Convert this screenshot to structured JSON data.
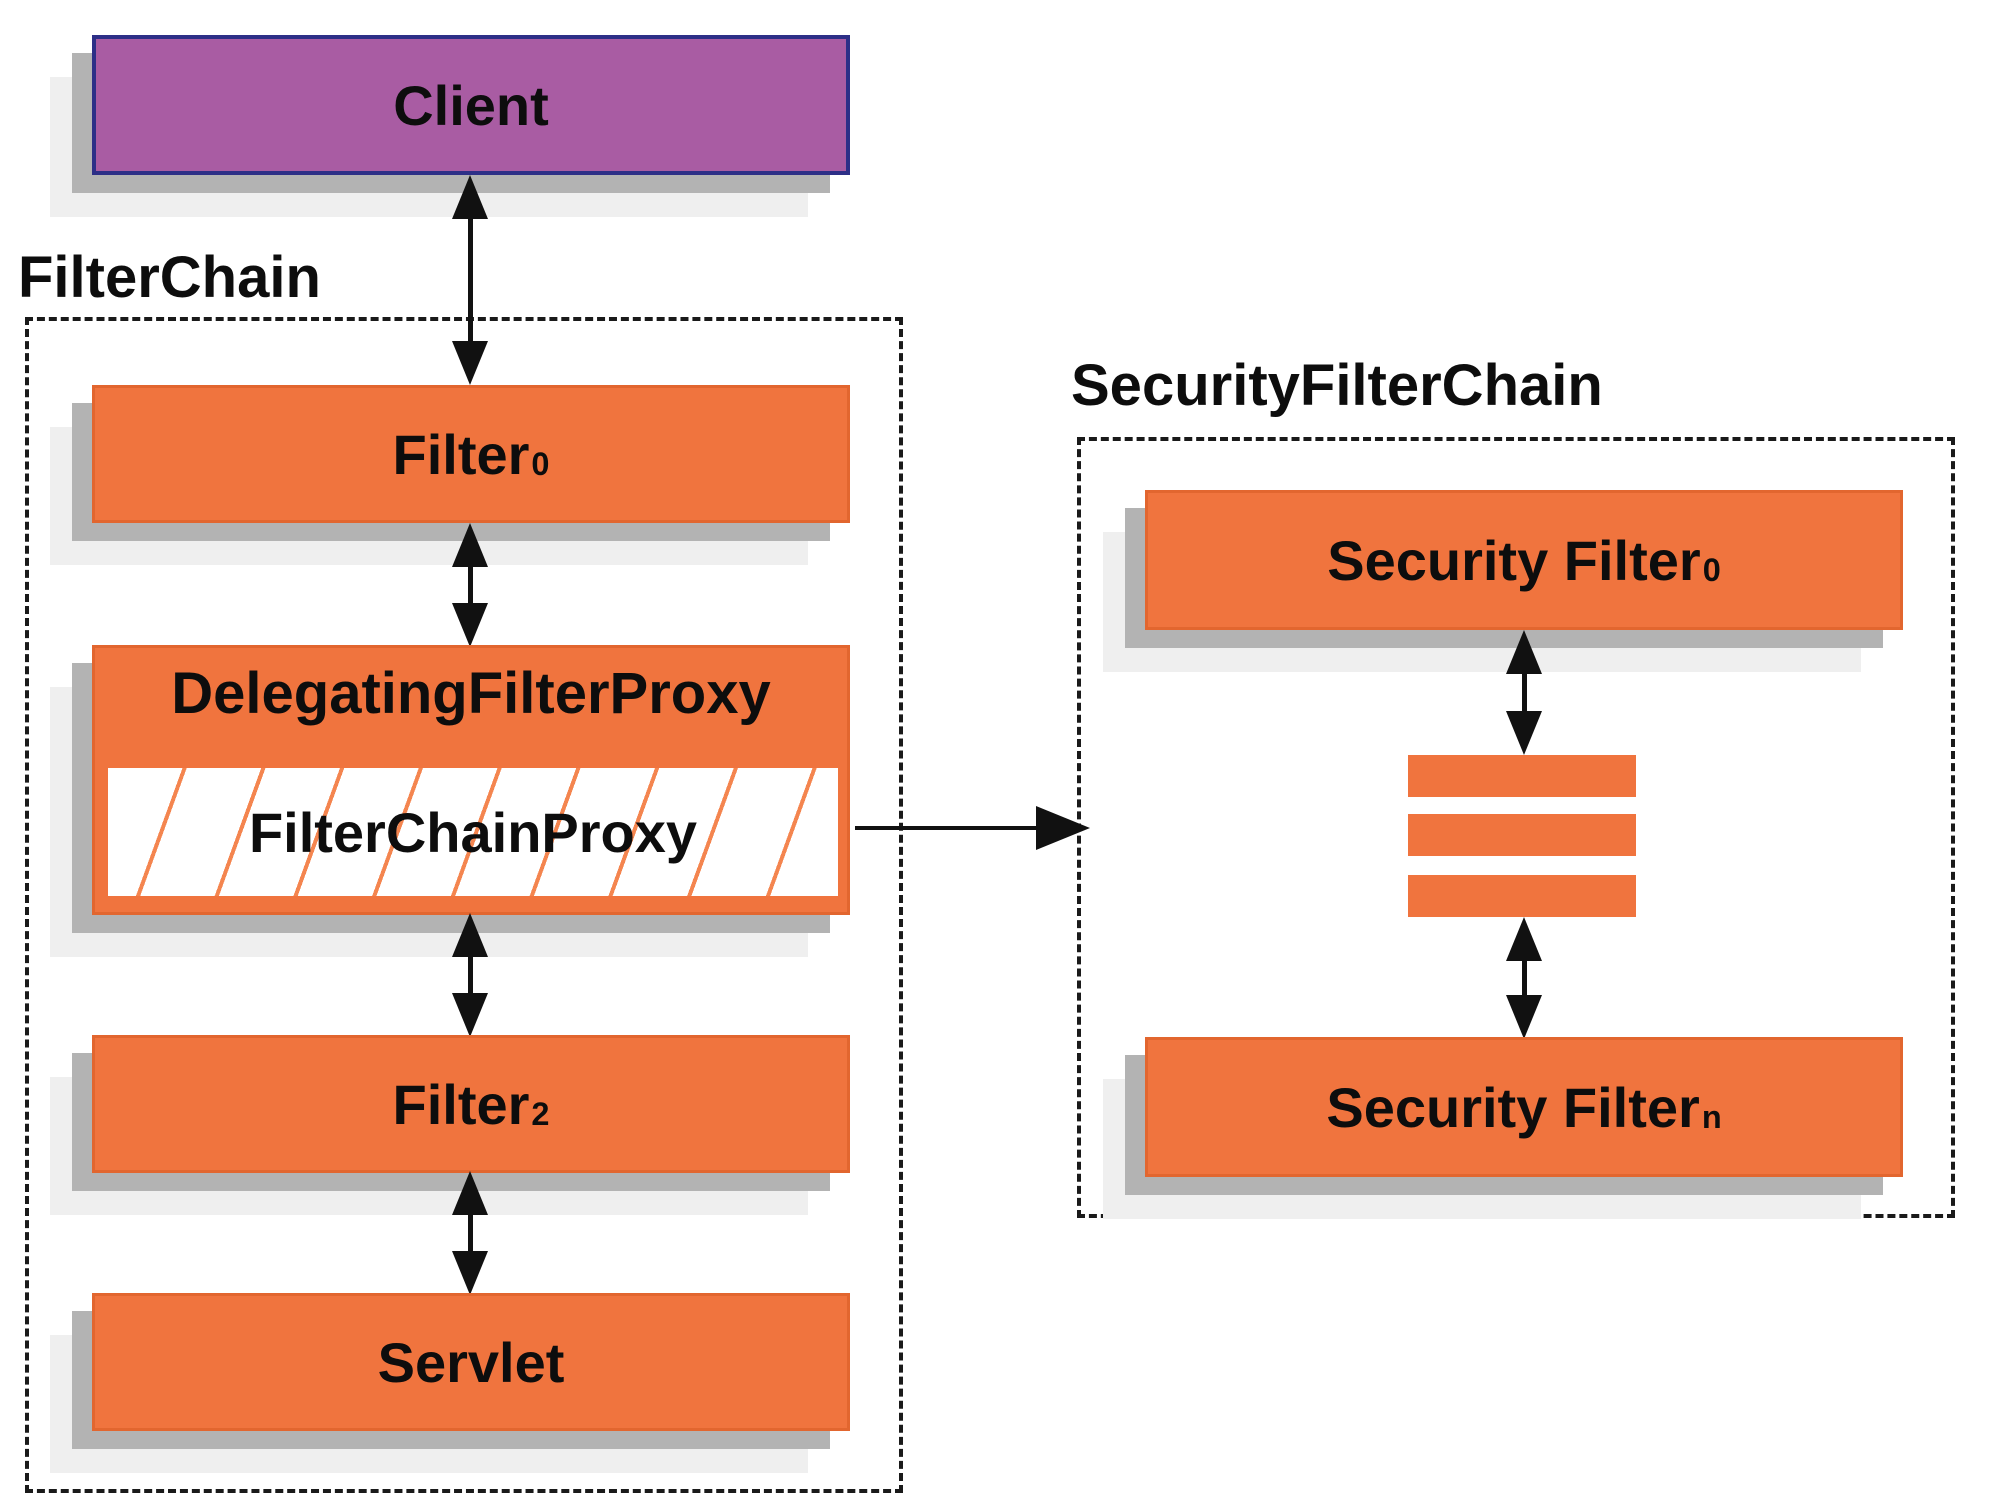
{
  "client": {
    "label": "Client"
  },
  "filter_chain": {
    "title": "FilterChain",
    "filter0": {
      "label": "Filter",
      "subscript": "0"
    },
    "delegating_filter_proxy": {
      "label": "DelegatingFilterProxy"
    },
    "filter_chain_proxy": {
      "label": "FilterChainProxy"
    },
    "filter2": {
      "label": "Filter",
      "subscript": "2"
    },
    "servlet": {
      "label": "Servlet"
    }
  },
  "security_filter_chain": {
    "title": "SecurityFilterChain",
    "security_filter0": {
      "label": "Security Filter",
      "subscript": "0"
    },
    "ellipsis_bar_count": 3,
    "security_filtern": {
      "label": "Security Filter",
      "subscript": "n"
    }
  },
  "colors": {
    "box_orange": "#f0743e",
    "box_orange_border": "#e2662f",
    "hatch_line_orange": "#f4854f",
    "client_purple": "#a95ca3",
    "client_border_navy": "#2d2f87",
    "shadow_gray": "#b3b3b3",
    "shadow_light_gray": "#efefef",
    "arrow_black": "#111111",
    "dashed_border_black": "#1a1a1a",
    "text_black": "#0d0d0d"
  }
}
